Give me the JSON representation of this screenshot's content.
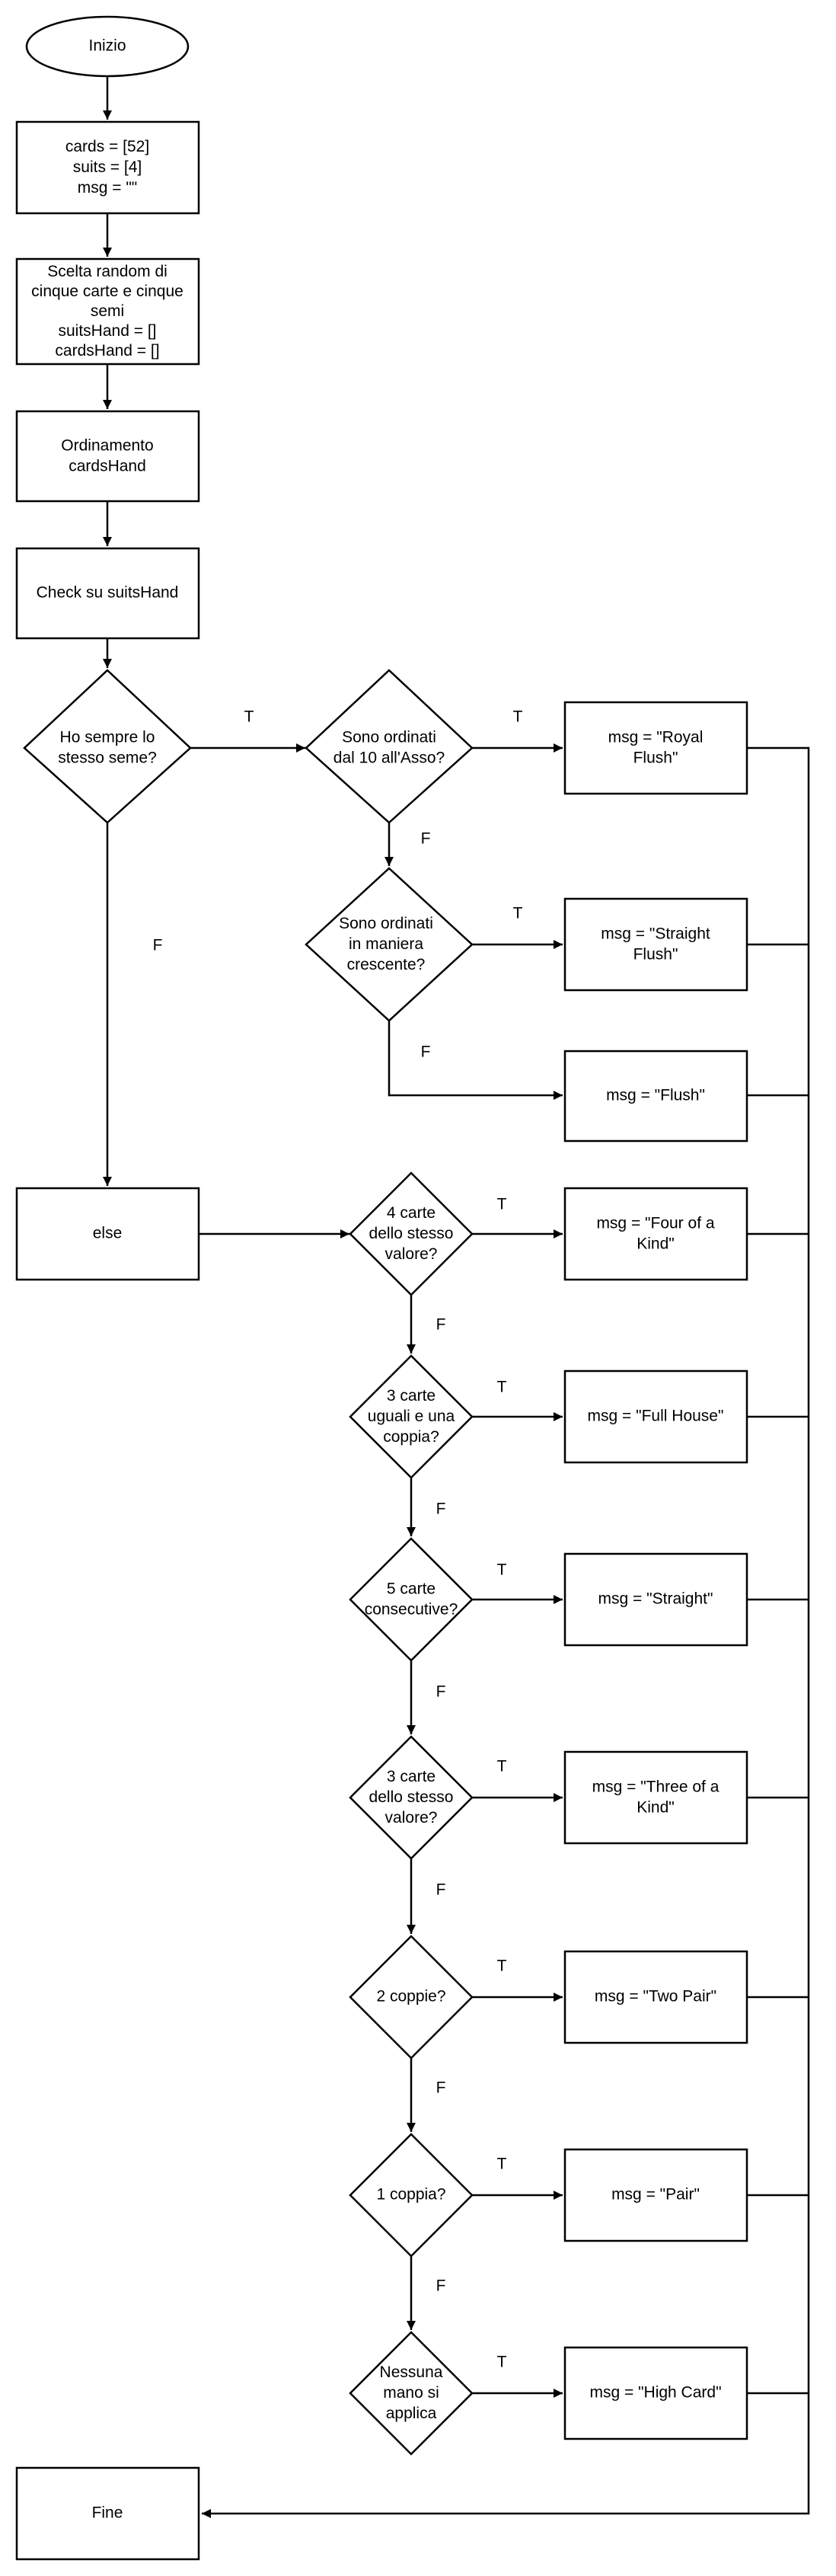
{
  "nodes": {
    "start": "Inizio",
    "init": [
      "cards = [52]",
      "suits = [4]",
      "msg = \"\""
    ],
    "random": [
      "Scelta random di",
      "cinque carte e cinque",
      "semi",
      "suitsHand = []",
      "cardsHand = []"
    ],
    "sort": [
      "Ordinamento",
      "cardsHand"
    ],
    "check": "Check su suitsHand",
    "q_same_suit": [
      "Ho sempre lo",
      "stesso seme?"
    ],
    "q_royal": [
      "Sono ordinati",
      "dal 10 all'Asso?"
    ],
    "q_straight_flush": [
      "Sono ordinati",
      "in maniera",
      "crescente?"
    ],
    "else": "else",
    "q_four": [
      "4 carte",
      "dello stesso",
      "valore?"
    ],
    "q_full": [
      "3 carte",
      "uguali e una",
      "coppia?"
    ],
    "q_straight": [
      "5 carte",
      "consecutive?"
    ],
    "q_three": [
      "3 carte",
      "dello stesso",
      "valore?"
    ],
    "q_two_pair": "2 coppie?",
    "q_pair": "1 coppia?",
    "q_none": [
      "Nessuna",
      "mano si",
      "applica"
    ],
    "msg_royal": [
      "msg = \"Royal",
      "Flush\""
    ],
    "msg_straight_flush": [
      "msg = \"Straight",
      "Flush\""
    ],
    "msg_flush": "msg = \"Flush\"",
    "msg_four": [
      "msg = \"Four of a",
      "Kind\""
    ],
    "msg_full": "msg = \"Full House\"",
    "msg_straight": "msg = \"Straight\"",
    "msg_three": [
      "msg = \"Three of a",
      "Kind\""
    ],
    "msg_two_pair": "msg = \"Two Pair\"",
    "msg_pair": "msg = \"Pair\"",
    "msg_high": "msg = \"High Card\"",
    "end": "Fine"
  },
  "labels": {
    "true": "T",
    "false": "F"
  }
}
